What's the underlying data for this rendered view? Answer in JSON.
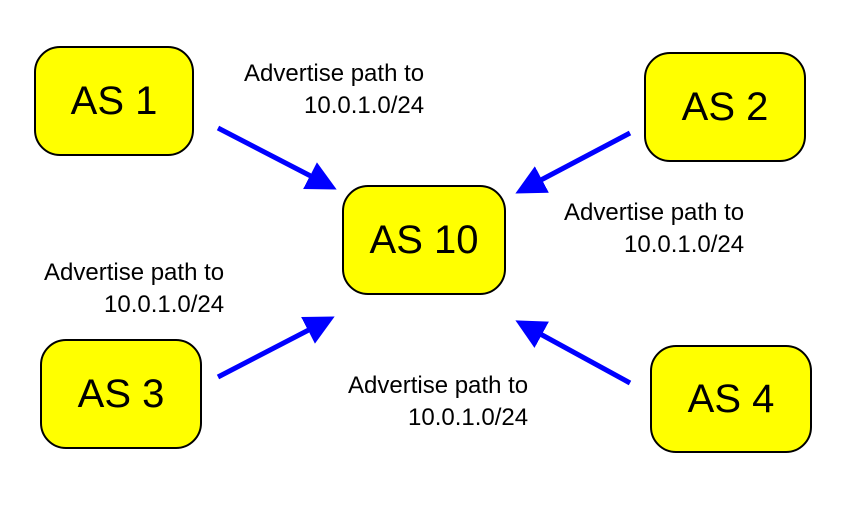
{
  "colors": {
    "node_fill": "#ffff00",
    "node_border": "#000000",
    "arrow": "#0000ff",
    "text": "#000000"
  },
  "nodes": {
    "as1": "AS 1",
    "as2": "AS 2",
    "as3": "AS 3",
    "as4": "AS 4",
    "as10": "AS 10"
  },
  "labels": {
    "as1": {
      "line1": "Advertise path to",
      "line2": "10.0.1.0/24"
    },
    "as2": {
      "line1": "Advertise path to",
      "line2": "10.0.1.0/24"
    },
    "as3": {
      "line1": "Advertise path to",
      "line2": "10.0.1.0/24"
    },
    "as4": {
      "line1": "Advertise path to",
      "line2": "10.0.1.0/24"
    }
  },
  "edges": [
    {
      "from": "as1",
      "to": "as10"
    },
    {
      "from": "as2",
      "to": "as10"
    },
    {
      "from": "as3",
      "to": "as10"
    },
    {
      "from": "as4",
      "to": "as10"
    }
  ]
}
